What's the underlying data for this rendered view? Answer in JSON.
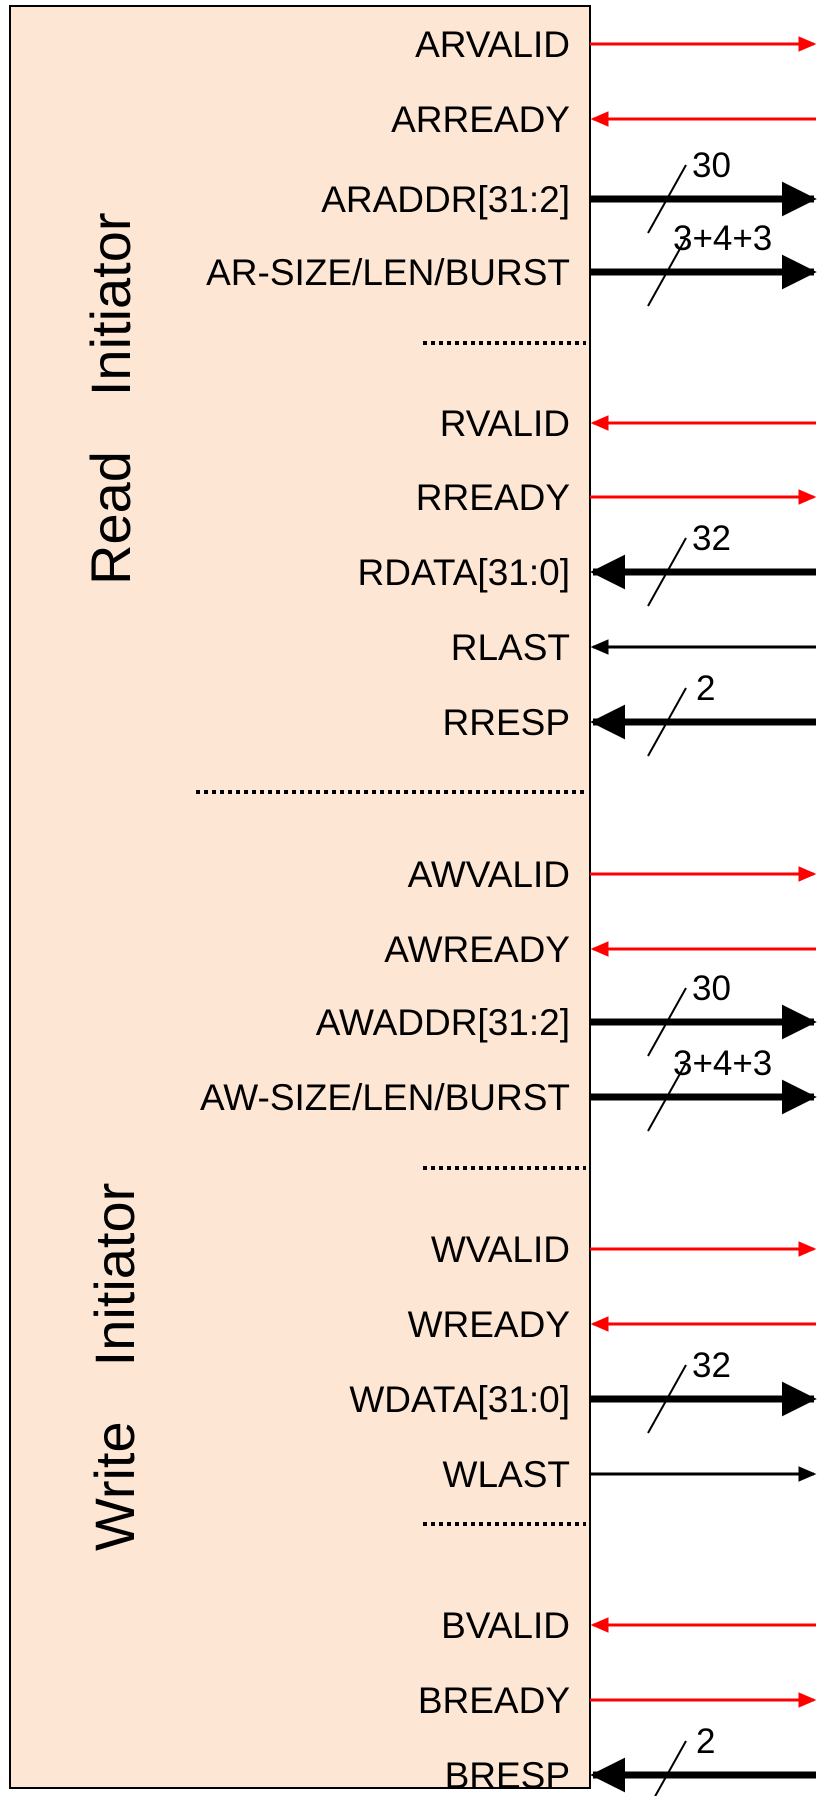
{
  "colors": {
    "box_fill": "#fde6d4",
    "box_stroke": "#000000",
    "handshake": "#ff0000",
    "data": "#000000"
  },
  "side_labels": {
    "read": [
      "Read",
      "Initiator"
    ],
    "write": [
      "Write",
      "Initiator"
    ]
  },
  "signals": [
    {
      "name": "ARVALID",
      "direction": "out",
      "color": "red",
      "bus": false
    },
    {
      "name": "ARREADY",
      "direction": "in",
      "color": "red",
      "bus": false
    },
    {
      "name": "ARADDR[31:2]",
      "direction": "out",
      "color": "black",
      "bus": true,
      "width": "30"
    },
    {
      "name": "AR-SIZE/LEN/BURST",
      "direction": "out",
      "color": "black",
      "bus": true,
      "width": "3+4+3"
    },
    {
      "name": "RVALID",
      "direction": "in",
      "color": "red",
      "bus": false
    },
    {
      "name": "RREADY",
      "direction": "out",
      "color": "red",
      "bus": false
    },
    {
      "name": "RDATA[31:0]",
      "direction": "in",
      "color": "black",
      "bus": true,
      "width": "32"
    },
    {
      "name": "RLAST",
      "direction": "in",
      "color": "black",
      "bus": false
    },
    {
      "name": "RRESP",
      "direction": "in",
      "color": "black",
      "bus": true,
      "width": "2"
    },
    {
      "name": "AWVALID",
      "direction": "out",
      "color": "red",
      "bus": false
    },
    {
      "name": "AWREADY",
      "direction": "in",
      "color": "red",
      "bus": false
    },
    {
      "name": "AWADDR[31:2]",
      "direction": "out",
      "color": "black",
      "bus": true,
      "width": "30"
    },
    {
      "name": "AW-SIZE/LEN/BURST",
      "direction": "out",
      "color": "black",
      "bus": true,
      "width": "3+4+3"
    },
    {
      "name": "WVALID",
      "direction": "out",
      "color": "red",
      "bus": false
    },
    {
      "name": "WREADY",
      "direction": "in",
      "color": "red",
      "bus": false
    },
    {
      "name": "WDATA[31:0]",
      "direction": "out",
      "color": "black",
      "bus": true,
      "width": "32"
    },
    {
      "name": "WLAST",
      "direction": "out",
      "color": "black",
      "bus": false
    },
    {
      "name": "BVALID",
      "direction": "in",
      "color": "red",
      "bus": false
    },
    {
      "name": "BREADY",
      "direction": "out",
      "color": "red",
      "bus": false
    },
    {
      "name": "BRESP",
      "direction": "in",
      "color": "black",
      "bus": true,
      "width": "2"
    }
  ]
}
